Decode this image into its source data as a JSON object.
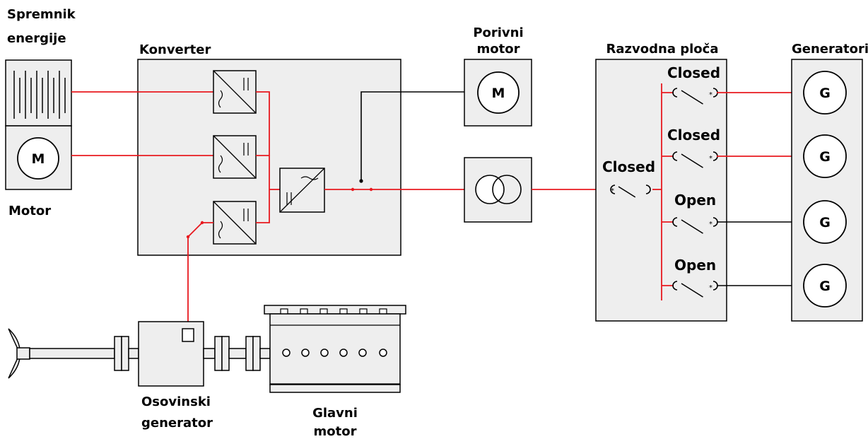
{
  "labels": {
    "energy_storage": [
      "Spremnik",
      "energije"
    ],
    "converter": "Konverter",
    "motor_left": "Motor",
    "propulsion_motor": [
      "Porivni",
      "motor"
    ],
    "switchboard": "Razvodna ploča",
    "generators": "Generatori",
    "shaft_generator": [
      "Osovinski",
      "generator"
    ],
    "main_engine": [
      "Glavni",
      "motor"
    ]
  },
  "symbols": {
    "motor": "M",
    "generator": "G"
  },
  "switches": {
    "bus_tie": "Closed",
    "gen1": "Closed",
    "gen2": "Closed",
    "gen3": "Open",
    "gen4": "Open"
  },
  "colors": {
    "power_line": "#e8191f",
    "box_fill": "#eeeeee"
  }
}
